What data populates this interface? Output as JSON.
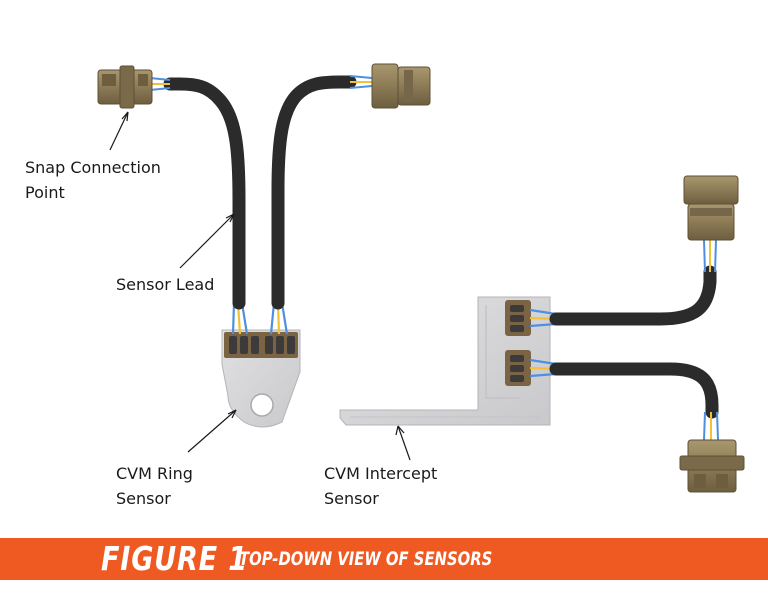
{
  "labels": {
    "snap_line1": "Snap Connection",
    "snap_line2": "Point",
    "sensor_lead": "Sensor Lead",
    "ring_line1": "CVM Ring",
    "ring_line2": "Sensor",
    "intercept_line1": "CVM Intercept",
    "intercept_line2": "Sensor"
  },
  "banner": {
    "figure_number": "FIGURE 1",
    "caption": "TOP-DOWN VIEW OF SENSORS"
  },
  "colors": {
    "banner": "#ef5a22",
    "cable": "#2b2b2b",
    "connector": "#8b7a57",
    "sensor_plate": "#d5d5d7",
    "wire_blue": "#4f8fe0",
    "wire_yellow": "#f0c23a"
  },
  "icons": [
    "snap-connector-icon",
    "connector-plug-icon",
    "arrow-icon"
  ]
}
